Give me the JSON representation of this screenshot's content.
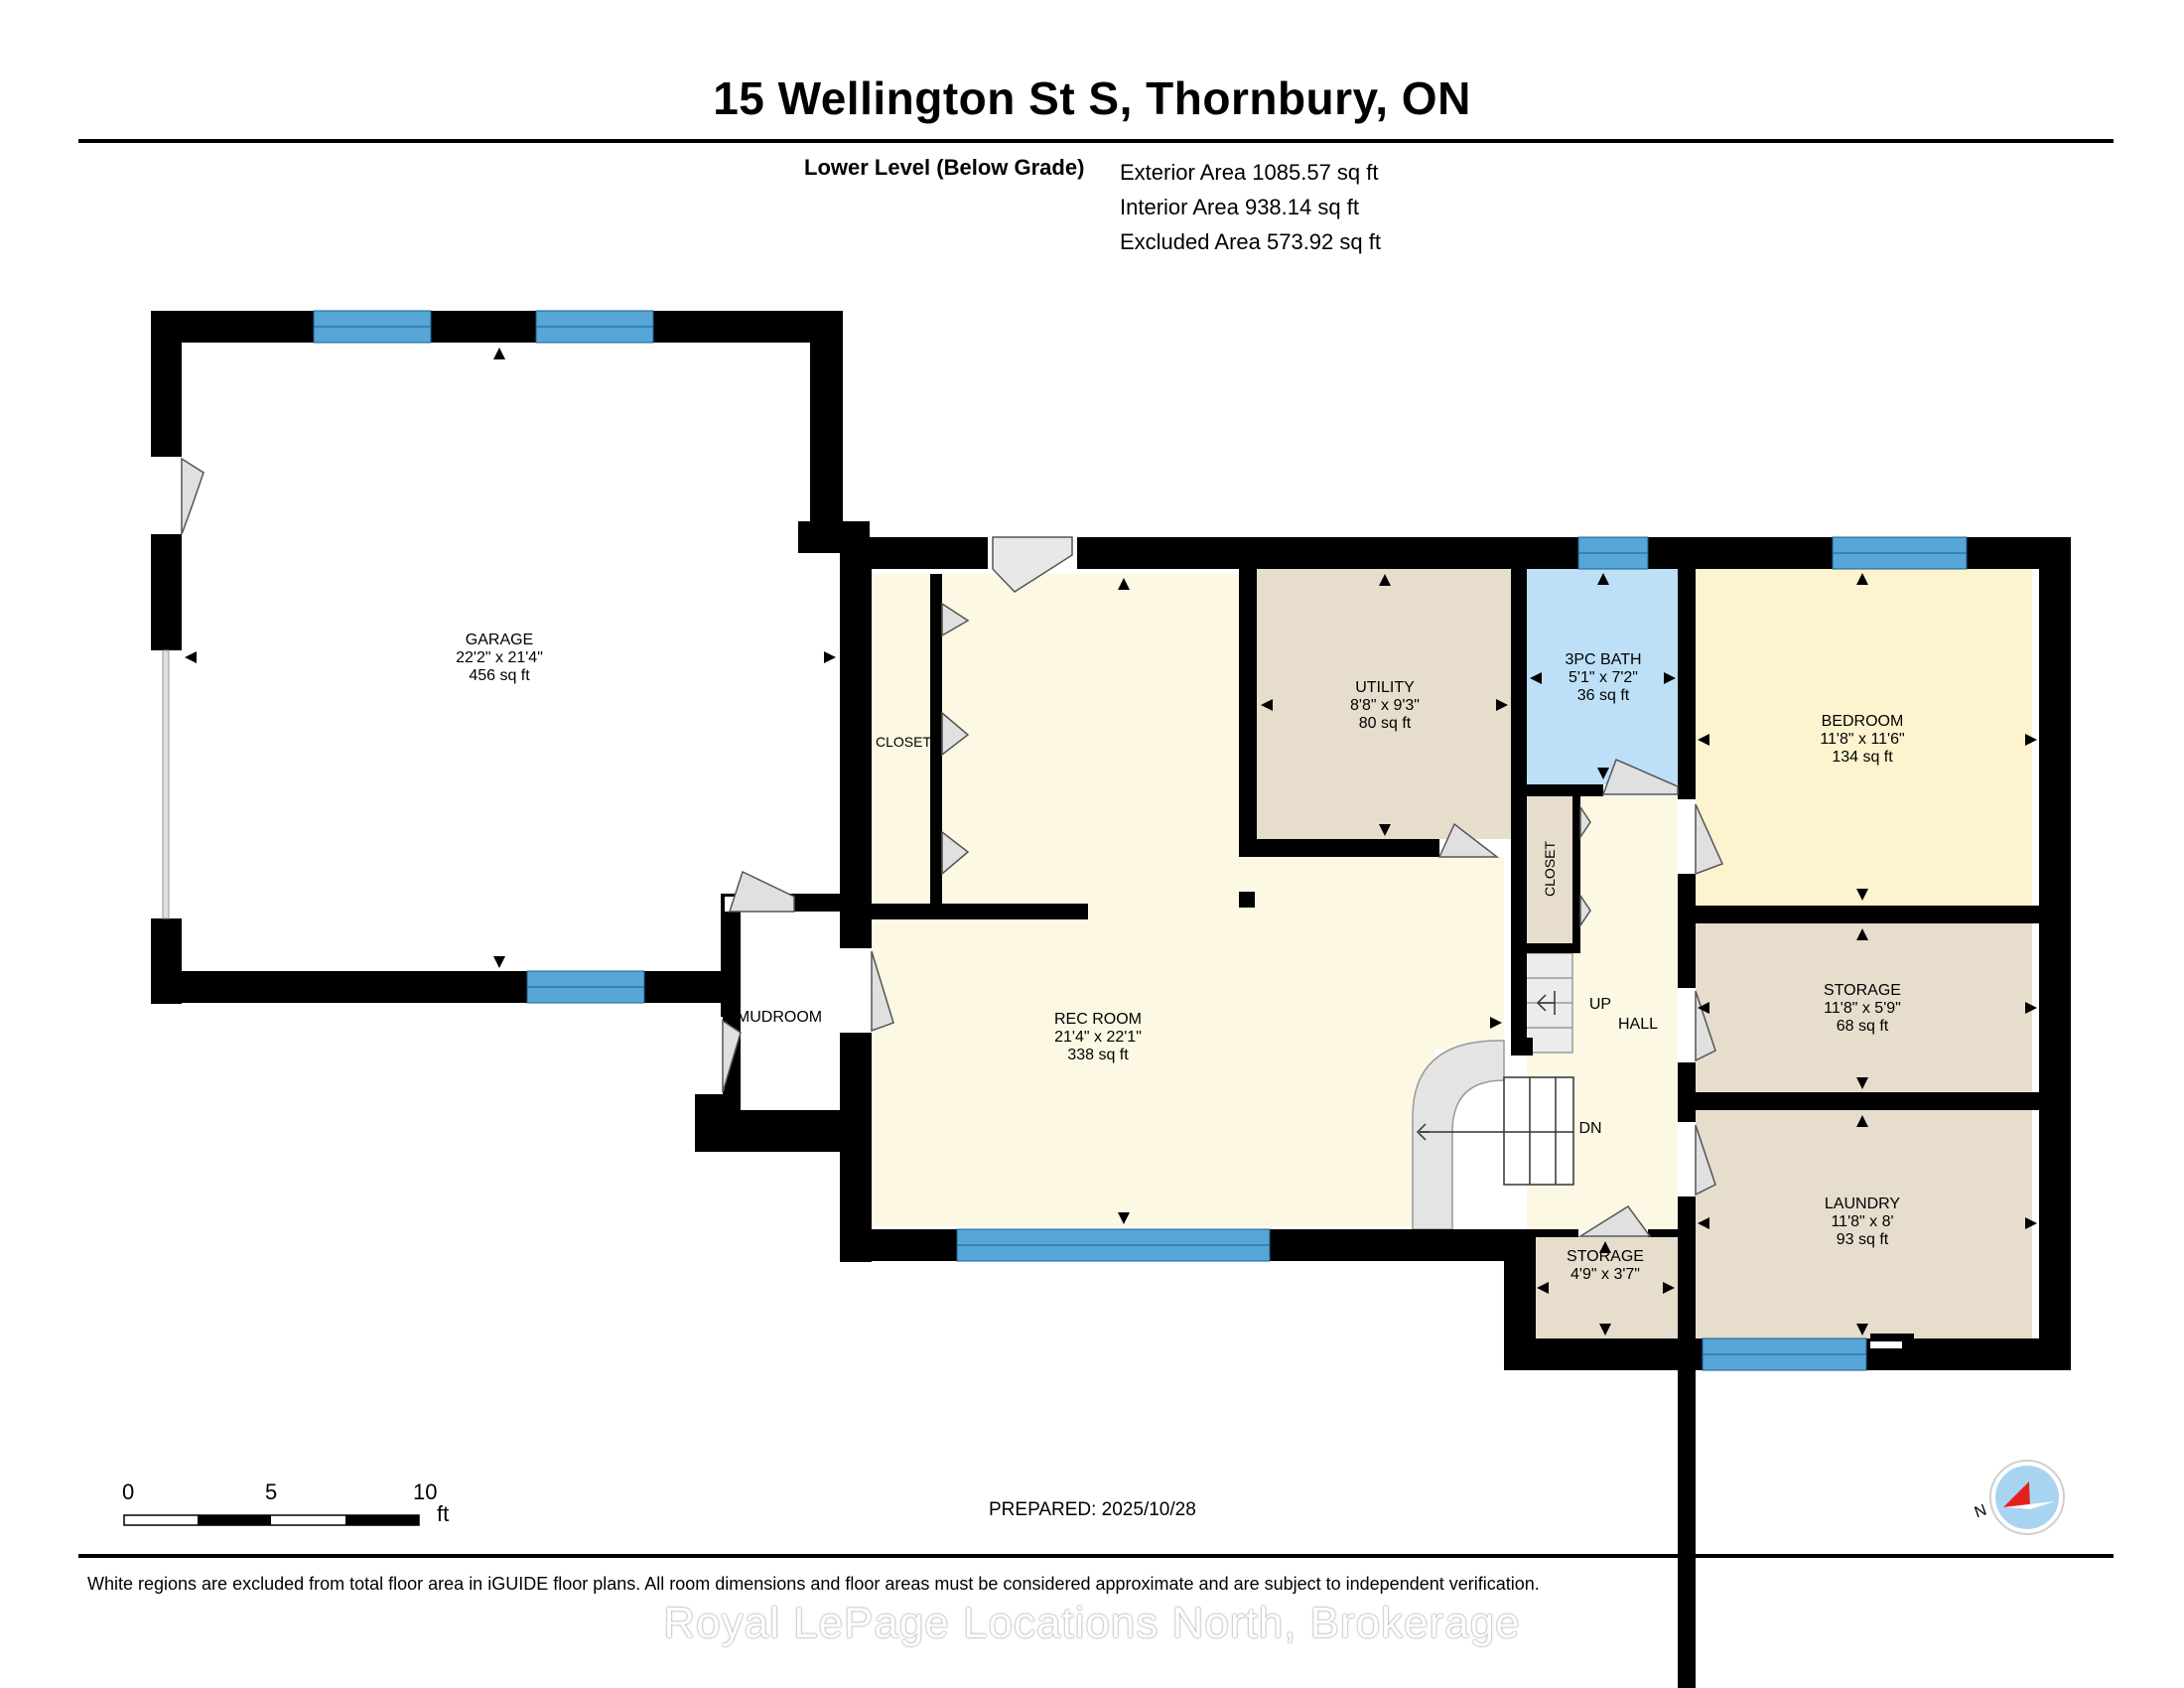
{
  "header": {
    "title": "15 Wellington St S, Thornbury, ON"
  },
  "areas": {
    "level_label": "Lower Level (Below Grade)",
    "exterior": "Exterior Area 1085.57 sq ft",
    "interior": "Interior Area 938.14 sq ft",
    "excluded": "Excluded Area 573.92 sq ft"
  },
  "rooms": {
    "garage": {
      "name": "GARAGE",
      "dims": "22'2\" x 21'4\"",
      "area": "456 sq ft"
    },
    "rec_room": {
      "name": "REC ROOM",
      "dims": "21'4\" x 22'1\"",
      "area": "338 sq ft"
    },
    "utility": {
      "name": "UTILITY",
      "dims": "8'8\" x 9'3\"",
      "area": "80 sq ft"
    },
    "bath": {
      "name": "3PC BATH",
      "dims": "5'1\" x 7'2\"",
      "area": "36 sq ft"
    },
    "bedroom": {
      "name": "BEDROOM",
      "dims": "11'8\" x 11'6\"",
      "area": "134 sq ft"
    },
    "storage_1": {
      "name": "STORAGE",
      "dims": "11'8\" x 5'9\"",
      "area": "68 sq ft"
    },
    "laundry": {
      "name": "LAUNDRY",
      "dims": "11'8\" x 8'",
      "area": "93 sq ft"
    },
    "storage_2": {
      "name": "STORAGE",
      "dims": "4'9\" x 3'7\""
    },
    "closet_1": {
      "name": "CLOSET"
    },
    "closet_2": {
      "name": "CLOSET"
    },
    "mudroom": {
      "name": "MUDROOM"
    },
    "hall": {
      "name": "HALL"
    },
    "stairs_up": {
      "name": "UP"
    },
    "stairs_down": {
      "name": "DN"
    }
  },
  "scale": {
    "ticks": [
      "0",
      "5",
      "10"
    ],
    "unit": "ft"
  },
  "compass": {
    "label": "N"
  },
  "footer": {
    "prepared": "PREPARED: 2025/10/28",
    "disclaimer": "White regions are excluded from total floor area in iGUIDE floor plans. All room dimensions and floor areas must be considered approximate and are subject to independent verification.",
    "watermark": "Royal LePage Locations North, Brokerage"
  },
  "colors": {
    "wall": "#000000",
    "window": "#56a6d8",
    "garage_fill": "#ffffff",
    "rec_fill": "#fcf8e3",
    "utility_fill": "#e6ddcd",
    "bath_fill": "#bde0f7",
    "bedroom_fill": "#fdf3cf",
    "closet_fill": "#e6ddcd",
    "compass_pointer": "#e3201b"
  }
}
